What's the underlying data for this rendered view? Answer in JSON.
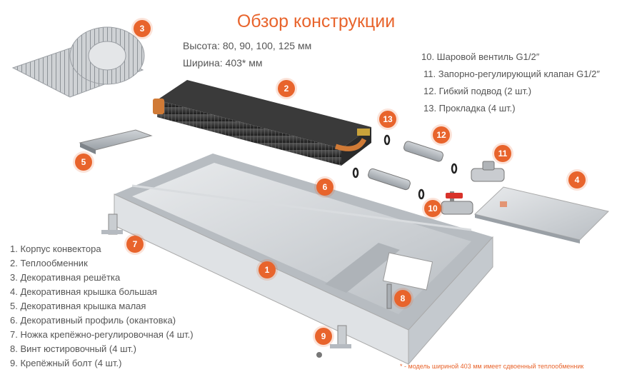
{
  "title": "Обзор конструкции",
  "specs": {
    "height": "Высота: 80, 90, 100, 125 мм",
    "width": "Ширина: 403* мм"
  },
  "legend_left": [
    "1. Корпус конвектора",
    "2. Теплообменник",
    "3. Декоративная решётка",
    "4. Декоративная крышка большая",
    "5. Декоративная крышка малая",
    "6. Декоративный профиль (окантовка)",
    "7. Ножка крепёжно-регулировочная (4 шт.)",
    "8. Винт юстировочный (4 шт.)",
    "9. Крепёжный болт (4 шт.)"
  ],
  "legend_right": [
    "10. Шаровой вентиль G1/2″",
    "11. Запорно-регулирующий клапан G1/2″",
    "12. Гибкий подвод (2 шт.)",
    "13. Прокладка (4 шт.)"
  ],
  "badges": [
    "1",
    "2",
    "3",
    "4",
    "5",
    "6",
    "7",
    "8",
    "9",
    "10",
    "11",
    "12",
    "13"
  ],
  "footnote": "* - модель шириной 403 мм имеет сдвоенный теплообменник",
  "colors": {
    "accent": "#e8642c",
    "text": "#555555"
  }
}
